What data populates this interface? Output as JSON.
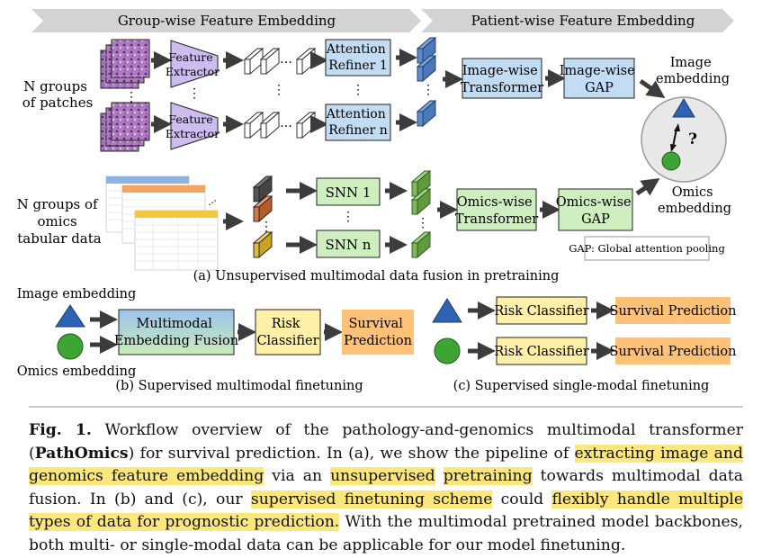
{
  "figure": {
    "banner_left": "Group-wise Feature Embedding",
    "banner_right": "Patient-wise Feature Embedding",
    "groups_patches": [
      "N groups",
      "of patches"
    ],
    "groups_omics": [
      "N groups of",
      "omics",
      "tabular data"
    ],
    "feature_extractor": [
      "Feature",
      "Extractor"
    ],
    "attention_refiner_1": [
      "Attention",
      "Refiner 1"
    ],
    "attention_refiner_n": [
      "Attention",
      "Refiner n"
    ],
    "image_transformer": [
      "Image-wise",
      "Transformer"
    ],
    "image_gap": [
      "Image-wise",
      "GAP"
    ],
    "image_embedding_label": [
      "Image",
      "embedding"
    ],
    "question_mark": "?",
    "omics_embedding_label": [
      "Omics",
      "embedding"
    ],
    "snn_1": "SNN 1",
    "snn_n": "SNN n",
    "omics_transformer": [
      "Omics-wise",
      "Transformer"
    ],
    "omics_gap": [
      "Omics-wise",
      "GAP"
    ],
    "gap_legend": "GAP: Global attention pooling",
    "caption_a": "(a) Unsupervised multimodal data fusion in pretraining",
    "image_embedding_b": "Image embedding",
    "omics_embedding_b": "Omics embedding",
    "multimodal_fusion": [
      "Multimodal",
      "Embedding Fusion"
    ],
    "risk_classifier_b": [
      "Risk",
      "Classifier"
    ],
    "survival_prediction_b": [
      "Survival",
      "Prediction"
    ],
    "caption_b": "(b) Supervised multimodal finetuning",
    "risk_classifier_c": "Risk Classifier",
    "survival_prediction_c": "Survival Prediction",
    "caption_c": "(c) Supervised single-modal finetuning"
  },
  "caption": {
    "label": "Fig. 1.",
    "p1": " Workflow overview of the pathology-and-genomics multimodal transformer (",
    "bold": "PathOmics",
    "p2": ") for survival prediction. In (a), we show the pipeline of ",
    "h1": "extracting image and genomics feature embedding",
    "p3": " via an ",
    "h2": "unsupervised",
    "p4": " ",
    "h3": "pretraining",
    "p5": " towards multimodal data fusion. In (b) and (c), our ",
    "h4": "supervised finetuning scheme",
    "p6": " could ",
    "h5": "flexibly handle multiple types of data for prognostic prediction.",
    "p7": " With the multimodal pretrained model backbones, both multi- or single-modal data can be applicable for our model finetuning."
  },
  "colors": {
    "purple": "#cdbcf0",
    "blue": "#c2dcf3",
    "green": "#cfeec0",
    "yellow": "#fff0a8",
    "orange": "#fdc277",
    "shape_blue": "#2e63b4",
    "shape_green": "#3ea535",
    "highlight": "#fbe77b"
  }
}
